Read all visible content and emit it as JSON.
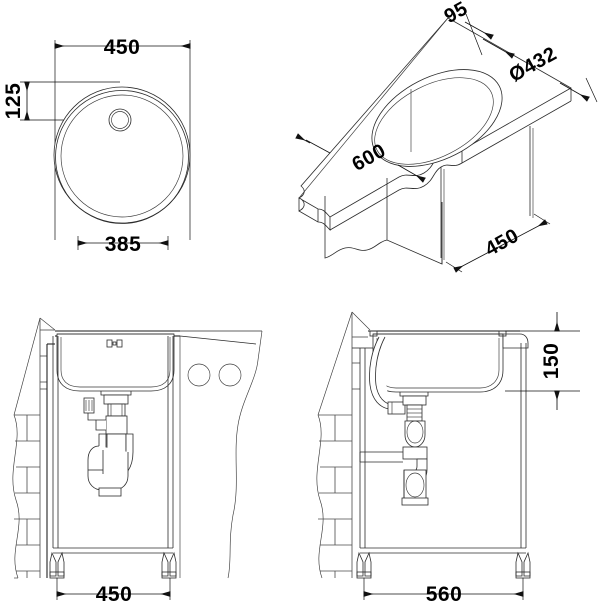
{
  "drawing": {
    "title": "Round washbasin technical drawing",
    "units": "mm",
    "line_color": "#1a1a1a",
    "background": "#ffffff"
  },
  "views": {
    "plan": {
      "name": "Top plan view of round basin",
      "dimensions": {
        "overall_width": "450",
        "bowl_diameter": "385",
        "tap_hole_offset": "125"
      }
    },
    "isometric": {
      "name": "Isometric view of countertop with circular cutout",
      "dimensions": {
        "edge_offset": "95",
        "cutout_diameter": "Ø432",
        "counter_width": "600",
        "counter_depth": "450"
      }
    },
    "front_elevation": {
      "name": "Front elevation with bottle trap and wall",
      "dimensions": {
        "overall_width": "450"
      }
    },
    "side_elevation": {
      "name": "Side elevation with overflow pipe and trap",
      "dimensions": {
        "overall_depth": "560",
        "basin_height": "150"
      }
    }
  },
  "labels": {
    "plan_450": "450",
    "plan_385": "385",
    "plan_125": "125",
    "iso_95": "95",
    "iso_432": "Ø432",
    "iso_600": "600",
    "iso_450": "450",
    "front_450": "450",
    "side_560": "560",
    "side_150": "150"
  }
}
